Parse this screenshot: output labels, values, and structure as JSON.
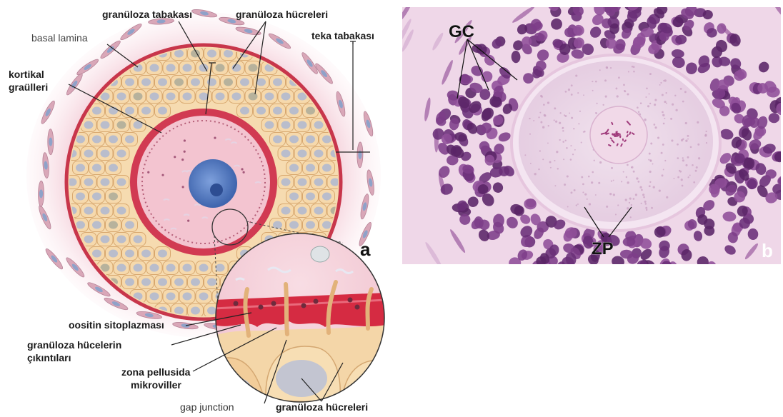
{
  "panel_a": {
    "letter": "a",
    "labels": {
      "granuloza_tabakasi": "granüloza tabakası",
      "granuloza_hucreleri_top": "granüloza hücreleri",
      "basal_lamina": "basal lamina",
      "teka_tabakasi": "teka tabakası",
      "kortikal_line1": "kortikal",
      "kortikal_line2": "graülleri",
      "oositin_sitoplazmasi": "oositin sitoplazması",
      "cikinti_line1": "granüloza hücelerin",
      "cikinti_line2": "çıkıntıları",
      "zona_line1": "zona pellusida",
      "zona_line2": "mikroviller",
      "gap_junction": "gap junction",
      "granuloza_hucreleri_bottom": "granüloza hücreleri"
    }
  },
  "panel_b": {
    "letter": "b",
    "labels": {
      "gc": "GC",
      "zp": "ZP"
    }
  },
  "colors": {
    "theca_pink": "#f5d3dc",
    "basal_lamina_red": "#c8364b",
    "granulosa_cell": "#f6d9ac",
    "granulosa_nucleus": "#b9bdcc",
    "zona_pellucida": "#d13a52",
    "oocyte_cytoplasm": "#f3bccb",
    "nucleus_blue": "#5a7fc4",
    "histo_purple": "#7b3f86",
    "histo_pink": "#e9cfe1"
  }
}
